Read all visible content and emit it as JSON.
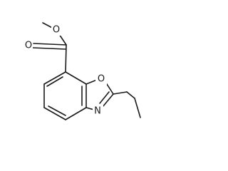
{
  "molecule": {
    "atoms": {
      "carbonyl_oxygen": "O",
      "ester_oxygen": "O",
      "ring_oxygen": "O",
      "ring_nitrogen": "N"
    }
  },
  "colors": {
    "bond": "#1a1a1a",
    "background": "#ffffff"
  }
}
